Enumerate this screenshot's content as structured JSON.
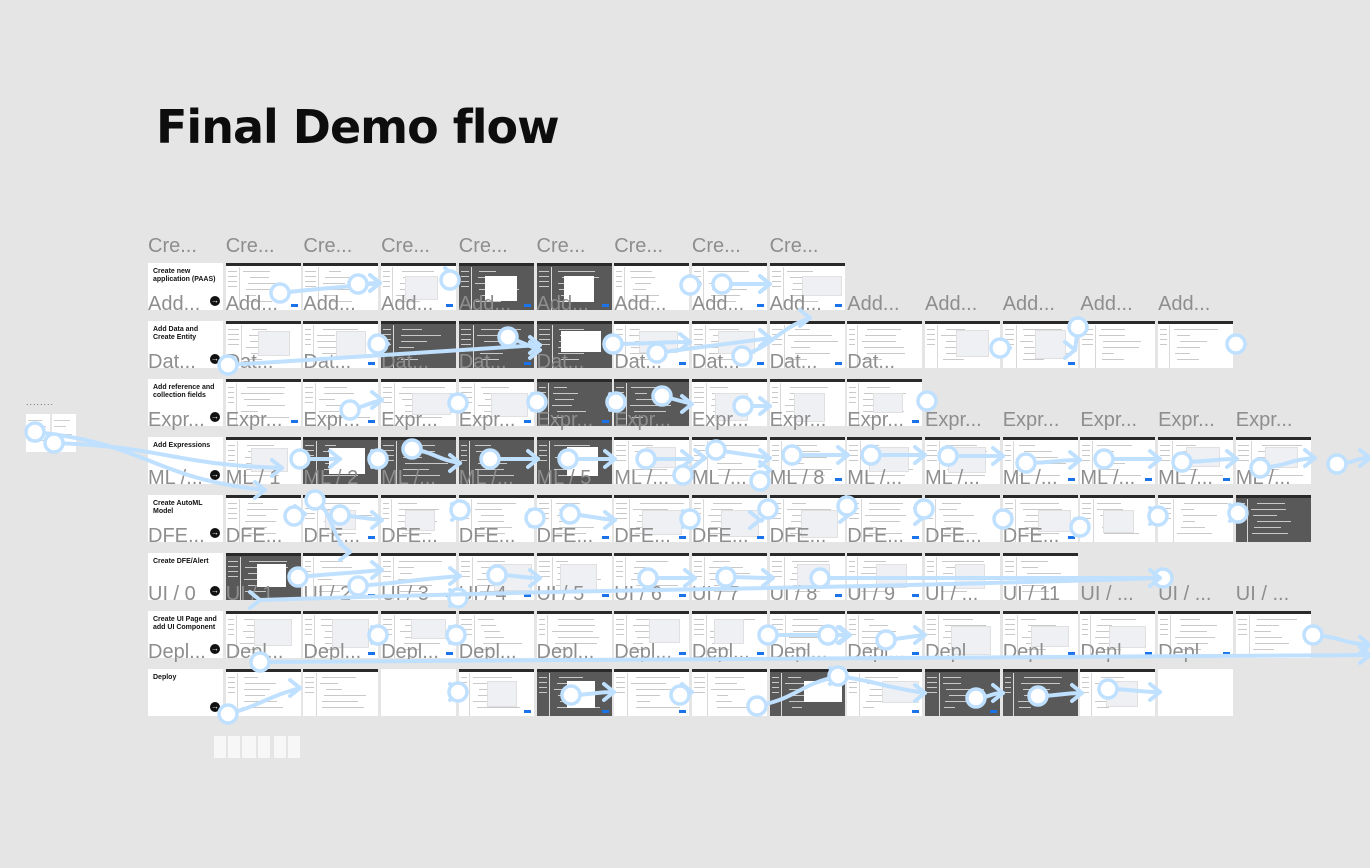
{
  "canvas": {
    "title": "Final Demo flow",
    "side_group_label": "........"
  },
  "rows": [
    {
      "section": "Create new application (PAAS)",
      "labels": [
        "Cre...",
        "Cre...",
        "Cre...",
        "Cre...",
        "Cre...",
        "Cre...",
        "Cre...",
        "Cre...",
        "Cre..."
      ],
      "dark": [
        false,
        false,
        false,
        false,
        true,
        true,
        false,
        false,
        false
      ]
    },
    {
      "section": "Add Data and Create Entity",
      "labels": [
        "Add...",
        "Add...",
        "Add...",
        "Add...",
        "Add...",
        "Add...",
        "Add...",
        "Add...",
        "Add...",
        "Add...",
        "Add...",
        "Add...",
        "Add...",
        "Add..."
      ],
      "dark": [
        false,
        false,
        false,
        true,
        true,
        true,
        false,
        false,
        false,
        false,
        false,
        false,
        false,
        false
      ]
    },
    {
      "section": "Add reference and collection fields",
      "labels": [
        "Dat...",
        "Dat...",
        "Dat...",
        "Dat...",
        "Dat...",
        "Dat...",
        "Dat...",
        "Dat...",
        "Dat...",
        "Dat..."
      ],
      "dark": [
        false,
        false,
        false,
        false,
        false,
        true,
        true,
        false,
        false,
        false
      ]
    },
    {
      "section": "Add Expressions",
      "labels": [
        "Expr...",
        "Expr...",
        "Expr...",
        "Expr...",
        "Expr...",
        "Expr...",
        "Expr...",
        "Expr...",
        "Expr...",
        "Expr...",
        "Expr...",
        "Expr...",
        "Expr...",
        "Expr...",
        "Expr..."
      ],
      "dark": [
        false,
        false,
        true,
        true,
        true,
        true,
        false,
        false,
        false,
        false,
        false,
        false,
        false,
        false,
        false
      ]
    },
    {
      "section": "Create AutoML Model",
      "labels": [
        "ML /...",
        "ML / 1",
        "ML / 2",
        "ML /...",
        "ML /...",
        "ML / 5",
        "ML /...",
        "ML /...",
        "ML / 8",
        "ML /...",
        "ML /...",
        "ML /...",
        "ML /...",
        "ML /...",
        "ML /..."
      ],
      "dark": [
        false,
        false,
        false,
        false,
        false,
        false,
        false,
        false,
        false,
        false,
        false,
        false,
        false,
        false,
        true
      ]
    },
    {
      "section": "Create DFE/Alert",
      "labels": [
        "DFE...",
        "DFE...",
        "DFE...",
        "DFE...",
        "DFE...",
        "DFE...",
        "DFE...",
        "DFE...",
        "DFE...",
        "DFE...",
        "DFE...",
        "DFE..."
      ],
      "dark": [
        false,
        true,
        false,
        false,
        false,
        false,
        false,
        false,
        false,
        false,
        false,
        false
      ]
    },
    {
      "section": "Create UI Page and add UI Component",
      "labels": [
        "UI / 0",
        "UI / 1",
        "UI / 2",
        "UI / 3",
        "UI / 4",
        "UI / 5",
        "UI / 6",
        "UI / 7",
        "UI / 8",
        "UI / 9",
        "UI / ...",
        "UI / 11",
        "UI / ...",
        "UI / ...",
        "UI / ..."
      ],
      "dark": [
        false,
        false,
        false,
        false,
        false,
        false,
        false,
        false,
        false,
        false,
        false,
        false,
        false,
        false,
        false
      ]
    },
    {
      "section": "Deploy",
      "labels": [
        "Depl...",
        "Depl...",
        "Depl...",
        "Depl...",
        "Depl...",
        "Depl...",
        "Depl...",
        "Depl...",
        "Depl...",
        "Depl...",
        "Depl...",
        "Depl...",
        "Depl...",
        "Depl..."
      ],
      "dark": [
        false,
        false,
        false,
        false,
        false,
        true,
        false,
        false,
        true,
        false,
        true,
        true,
        false,
        false
      ],
      "blank": [
        false,
        false,
        false,
        true,
        false,
        false,
        false,
        false,
        false,
        false,
        false,
        false,
        false,
        true
      ]
    }
  ],
  "colors": {
    "canvas_bg": "#e5e5e5",
    "connector": "#bfe0ff",
    "frame_label": "#8e8e8e"
  },
  "icons": {
    "section_next": "arrow-right-icon"
  }
}
